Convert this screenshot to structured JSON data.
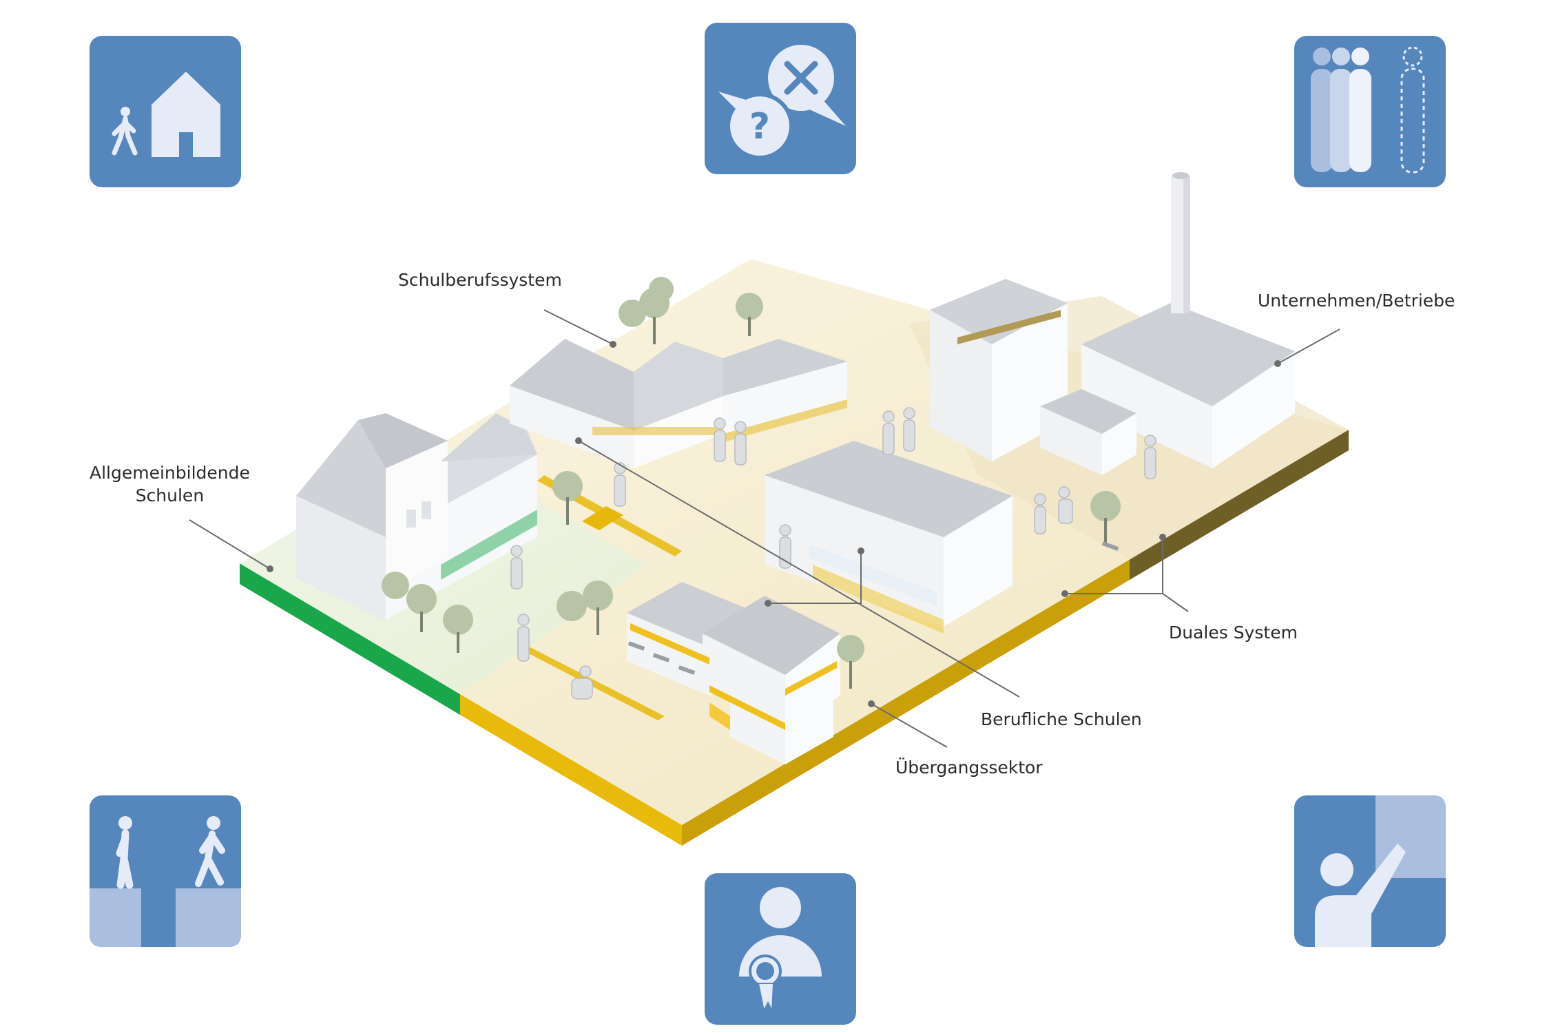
{
  "labels": {
    "schulberufssystem": "Schulberufssystem",
    "unternehmen": "Unternehmen/Betriebe",
    "allgemein_line1": "Allgemeinbildende",
    "allgemein_line2": "Schulen",
    "duales": "Duales System",
    "berufliche": "Berufliche Schulen",
    "uebergang": "Übergangssektor"
  },
  "icons": [
    {
      "name": "walk-to-house-icon"
    },
    {
      "name": "question-and-cross-speech-bubbles-icon"
    },
    {
      "name": "group-with-missing-person-icon"
    },
    {
      "name": "step-gap-transition-icon"
    },
    {
      "name": "person-with-certificate-icon"
    },
    {
      "name": "teacher-at-board-icon"
    }
  ],
  "colors": {
    "icon_bg": "#5586bc",
    "icon_light": "#e6ecf7",
    "icon_mid": "#aabfdf",
    "general_school": "#1aa64a",
    "transition": "#e6b80d",
    "dual_system": "#7c6a28",
    "ground": "#f3ebcf"
  }
}
